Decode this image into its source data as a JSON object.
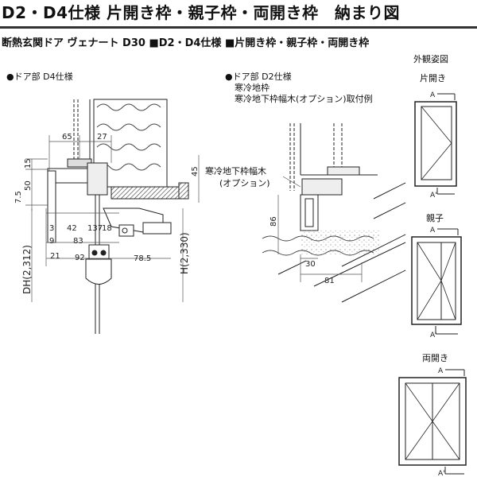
{
  "header": {
    "title": "D2・D4仕様 片開き枠・親子枠・両開き枠　納まり図",
    "subtitle": "断熱玄関ドア ヴェナート D30 ■D2・D4仕様 ■片開き枠・親子枠・両開き枠",
    "external_view_label": "外観姿図"
  },
  "left_section": {
    "label": "●ドア部 D4仕様",
    "dims": [
      "65",
      "27",
      "15",
      "50",
      "7.5",
      "45",
      "3",
      "42",
      "137",
      "18",
      "9",
      "83",
      "21",
      "92",
      "78.5"
    ],
    "dh_label": "DH(2,312)",
    "h_label": "H(2,330)"
  },
  "mid_section": {
    "label": "●ドア部 D2仕様",
    "note1": "寒冷地枠",
    "note2": "寒冷地下枠幅木(オプション)取付例",
    "callout1": "寒冷地下枠幅木",
    "callout2": "(オプション)",
    "dims": [
      "86",
      "30",
      "81"
    ]
  },
  "elevations": [
    {
      "label": "片開き",
      "a_top": "A",
      "a_bottom": "A'"
    },
    {
      "label": "親子",
      "a_top": "A",
      "a_bottom": "A'"
    },
    {
      "label": "両開き",
      "a_top": "A",
      "a_bottom": "A'"
    }
  ]
}
